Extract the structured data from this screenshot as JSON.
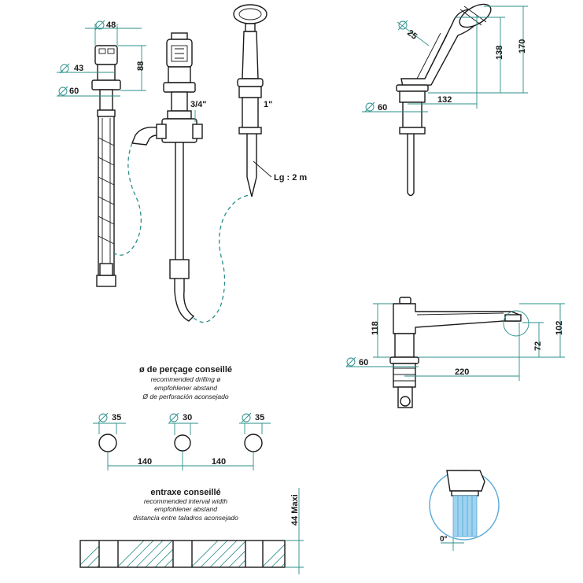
{
  "dimensions": {
    "handle_d": "48",
    "body_d": "43",
    "base_d": "60",
    "height_88": "88",
    "thread_34": "3/4\"",
    "thread_1": "1\"",
    "hose_length": "Lg : 2 m",
    "shower_d": "25",
    "shower_base_d": "60",
    "shower_reach": "132",
    "shower_h138": "138",
    "shower_h170": "170",
    "spout_h118": "118",
    "spout_base_d": "60",
    "spout_reach": "220",
    "spout_h72": "72",
    "spout_h102": "102",
    "hole_left_d": "35",
    "hole_mid_d": "30",
    "hole_right_d": "35",
    "hole_spacing_1": "140",
    "hole_spacing_2": "140",
    "deck_max": "44 Maxi",
    "spray_angle": "0°"
  },
  "drilling": {
    "title": "ø de perçage conseillé",
    "en": "recommended drilling ø",
    "de": "empfohlener abstand",
    "es": "Ø de perforación aconsejado"
  },
  "interval": {
    "title": "entraxe conseillé",
    "en": "recommended interval width",
    "de": "empfohlener abstand",
    "es": "distancia entre taladros aconsejado"
  },
  "colors": {
    "line": "#1a1a1a",
    "dimension": "#2a8f8a",
    "water": "#9fd3f0"
  }
}
